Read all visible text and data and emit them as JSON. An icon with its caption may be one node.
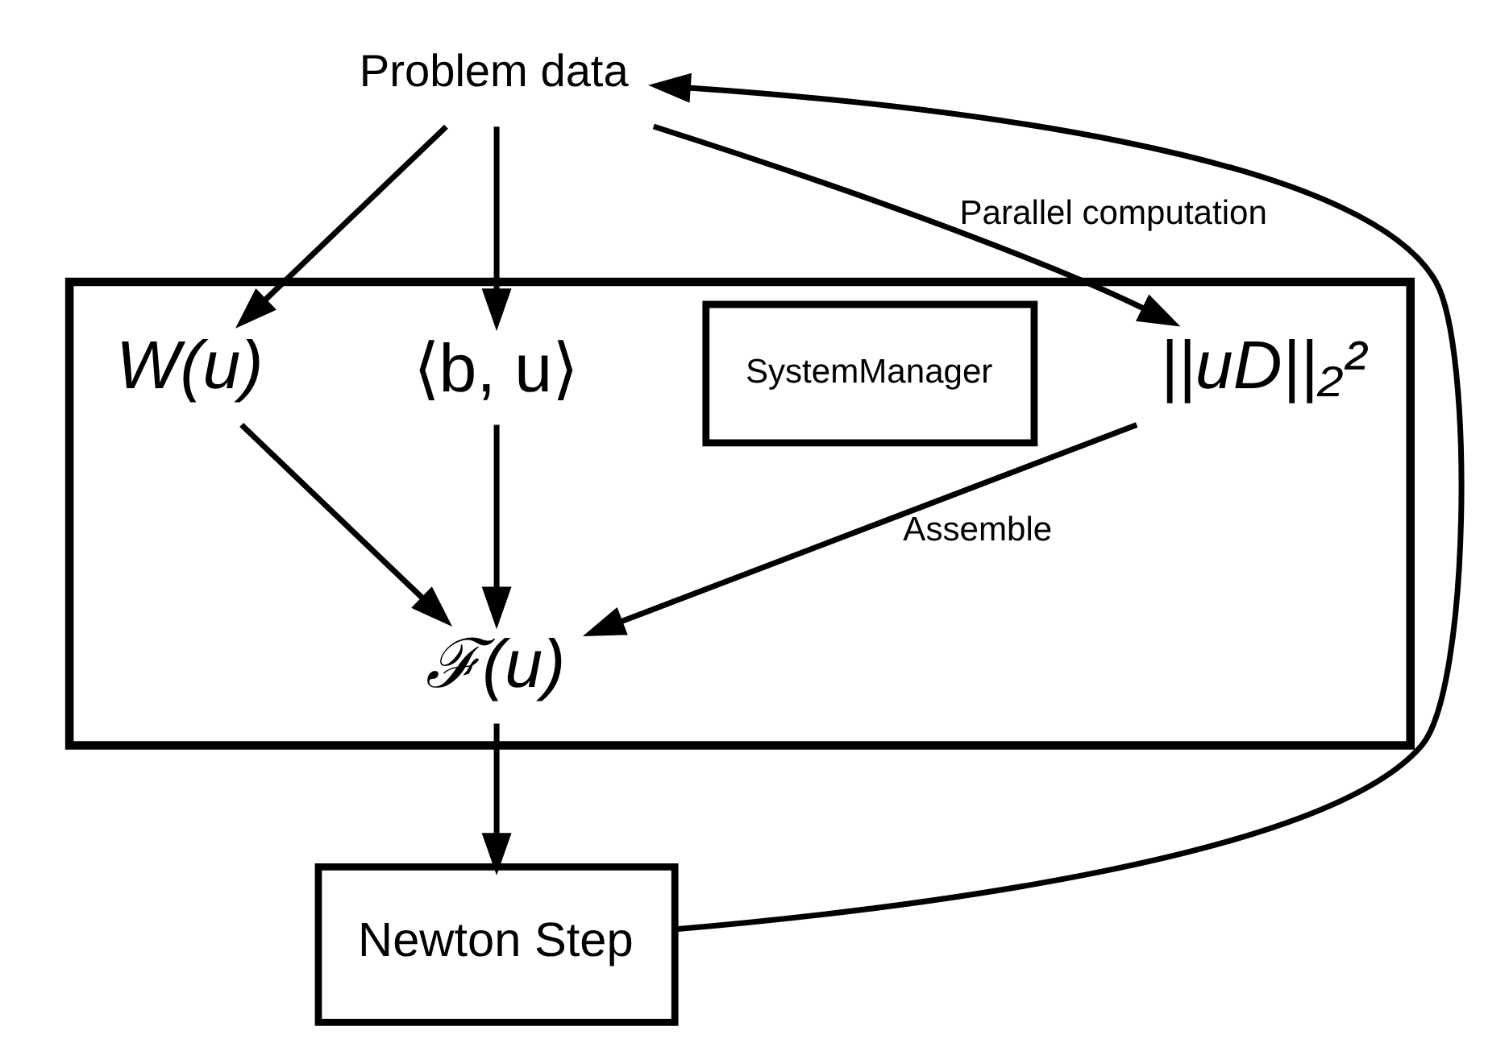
{
  "diagram": {
    "nodes": [
      {
        "text": [
          "Problem data"
        ]
      },
      {
        "text": [],
        "shape": "box"
      },
      {
        "text": [
          "SystemManager"
        ],
        "in": 1
      },
      {
        "text": [
          "W(u)"
        ],
        "in": 1
      },
      {
        "text": [
          "⟨b, u⟩"
        ],
        "in": 1
      },
      {
        "text": [
          "||uD||₂²"
        ],
        "in": 1
      },
      {
        "text": [
          "ℱ(u)"
        ],
        "in": 1
      },
      {
        "text": [
          "Newton Step"
        ]
      }
    ],
    "edges": [
      {
        "from": 0,
        "to": 3,
        "arrow": "to"
      },
      {
        "from": 0,
        "to": 4,
        "arrow": "to"
      },
      {
        "from": 0,
        "to": 5,
        "arrow": "to",
        "label": "Parallel computation"
      },
      {
        "from": 3,
        "to": 6,
        "arrow": "to"
      },
      {
        "from": 4,
        "to": 6,
        "arrow": "to"
      },
      {
        "from": 5,
        "to": 6,
        "arrow": "to",
        "label": "Assemble"
      },
      {
        "from": 6,
        "to": 7,
        "arrow": "to"
      },
      {
        "from": 7,
        "to": 0,
        "arrow": "to"
      }
    ]
  }
}
